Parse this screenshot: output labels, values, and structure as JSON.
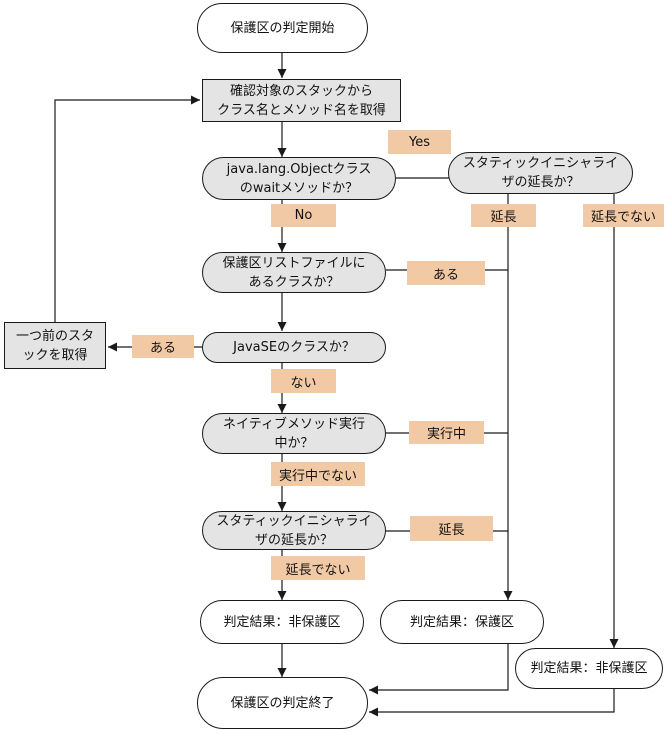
{
  "colors": {
    "tag_bg": "#f2c9a5",
    "decision_bg": "#e4e4e4",
    "process_bg": "#e4e4e4",
    "line": "#1a1a1a"
  },
  "nodes": {
    "start": "保護区の判定開始",
    "get_class": "確認対象のスタックから\nクラス名とメソッド名を取得",
    "is_object_wait": "java.lang.Objectクラス\nのwaitメソッドか？",
    "is_static_init_top": "スタティックイニシャライ\nザの延長か？",
    "in_protect_list": "保護区リストファイルに\nあるクラスか？",
    "is_javase": "JavaSEのクラスか？",
    "is_native": "ネイティブメソッド実行\n中か？",
    "is_static_init_bottom": "スタティックイニシャライ\nザの延長か？",
    "prev_stack": "一つ前のスタ\nックを取得",
    "result_nonprotect_left": "判定結果：非保護区",
    "result_protect": "判定結果：保護区",
    "result_nonprotect_right": "判定結果：非保護区",
    "end": "保護区の判定終了"
  },
  "tags": {
    "yes": "Yes",
    "no": "No",
    "extended_top": "延長",
    "not_extended_top": "延長でない",
    "listed": "ある",
    "javase_yes": "ある",
    "javase_no": "ない",
    "native_running": "実行中",
    "native_not_running": "実行中でない",
    "extended_bottom": "延長",
    "not_extended_bottom": "延長でない"
  }
}
